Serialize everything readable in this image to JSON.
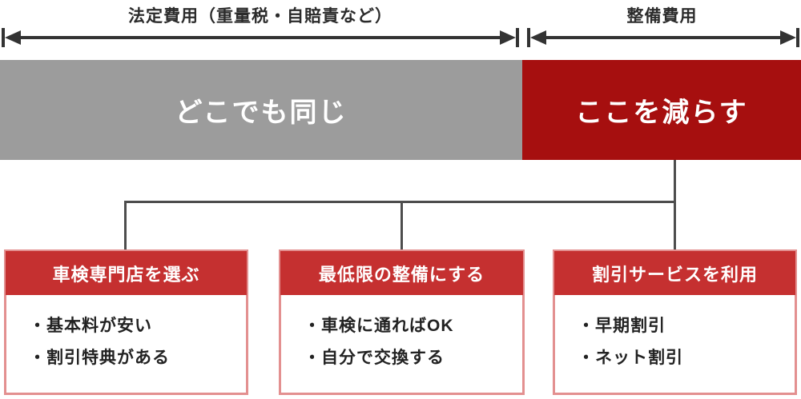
{
  "top": {
    "left_label": "法定費用（重量税・自賠責など）",
    "right_label": "整備費用"
  },
  "bars": {
    "left_label": "どこでも同じ",
    "right_label": "ここを減らす"
  },
  "cards": [
    {
      "title": "車検専門店を選ぶ",
      "items": [
        "・基本料が安い",
        "・割引特典がある"
      ]
    },
    {
      "title": "最低限の整備にする",
      "items": [
        "・車検に通ればOK",
        "・自分で交換する"
      ]
    },
    {
      "title": "割引サービスを利用",
      "items": [
        "・早期割引",
        "・ネット割引"
      ]
    }
  ],
  "colors": {
    "gray_bar": "#9c9c9c",
    "dark_red_bar": "#a60f0f",
    "card_header_red": "#c53030",
    "card_border": "#e39090",
    "connector_line": "#4d4d4d",
    "arrow": "#333333"
  },
  "icons": {
    "left_span": "double-headed-arrow-icon",
    "right_span": "double-headed-arrow-icon"
  }
}
